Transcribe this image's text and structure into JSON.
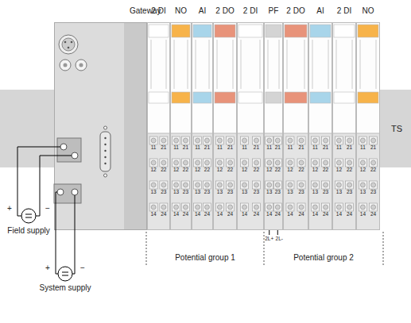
{
  "diagram": {
    "nodes": [
      {
        "text": [
          "Gateway"
        ]
      },
      {
        "text": [
          "2 DI"
        ]
      },
      {
        "text": [
          "NO"
        ]
      },
      {
        "text": [
          "AI"
        ]
      },
      {
        "text": [
          "2 DO"
        ]
      },
      {
        "text": [
          "2 DI"
        ]
      },
      {
        "text": [
          "PF"
        ]
      },
      {
        "text": [
          "2 DO"
        ]
      },
      {
        "text": [
          "AI"
        ]
      },
      {
        "text": [
          "2 DI"
        ]
      },
      {
        "text": [
          "NO"
        ]
      },
      {
        "text": [
          "Field supply"
        ]
      },
      {
        "text": [
          "System supply"
        ]
      }
    ],
    "edges": [
      {
        "from": 11,
        "to": 0,
        "arrow": "none"
      },
      {
        "from": 12,
        "to": 0,
        "arrow": "none"
      }
    ],
    "labels": [
      "TS",
      "11",
      "21",
      "12",
      "22",
      "13",
      "23",
      "14",
      "24",
      "11",
      "21",
      "12",
      "22",
      "13",
      "23",
      "14",
      "24",
      "11",
      "21",
      "12",
      "22",
      "13",
      "23",
      "14",
      "24",
      "11",
      "21",
      "12",
      "22",
      "13",
      "23",
      "14",
      "24",
      "11",
      "21",
      "12",
      "22",
      "13",
      "23",
      "14",
      "24",
      "11",
      "21",
      "12",
      "22",
      "13",
      "23",
      "14",
      "24",
      "11",
      "21",
      "12",
      "22",
      "13",
      "23",
      "14",
      "24",
      "11",
      "21",
      "12",
      "22",
      "13",
      "23",
      "14",
      "24",
      "11",
      "21",
      "12",
      "22",
      "13",
      "23",
      "14",
      "24",
      "11",
      "21",
      "12",
      "22",
      "13",
      "23",
      "14",
      "24",
      "2L+",
      "2L-",
      "+",
      "−",
      "+",
      "−",
      "Potential group 1",
      "Potential group 2"
    ]
  }
}
